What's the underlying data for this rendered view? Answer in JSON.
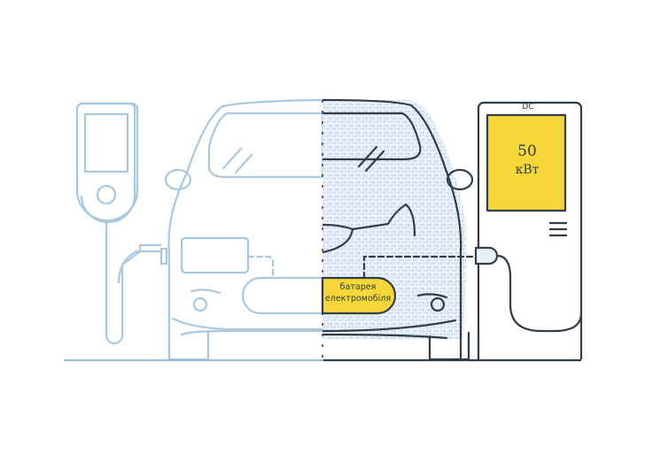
{
  "illustration": {
    "title": "EV charging: AC vs DC comparison",
    "left_side": {
      "style": "outline",
      "charger_type": "AC wallbox"
    },
    "right_side": {
      "style": "textured",
      "charger_type": "DC fast charger"
    }
  },
  "dc_charger": {
    "type_label": "DC",
    "power_value": "50",
    "power_unit": "кВт"
  },
  "battery": {
    "label_line1": "батарея",
    "label_line2": "електромобіля"
  },
  "colors": {
    "left_stroke": "#a9c8e0",
    "right_stroke": "#333d47",
    "accent_yellow": "#f5d73a",
    "texture_fill": "#e4eef8",
    "texture_dots": "#9dbcd8",
    "ground": "#9dbcd8"
  }
}
